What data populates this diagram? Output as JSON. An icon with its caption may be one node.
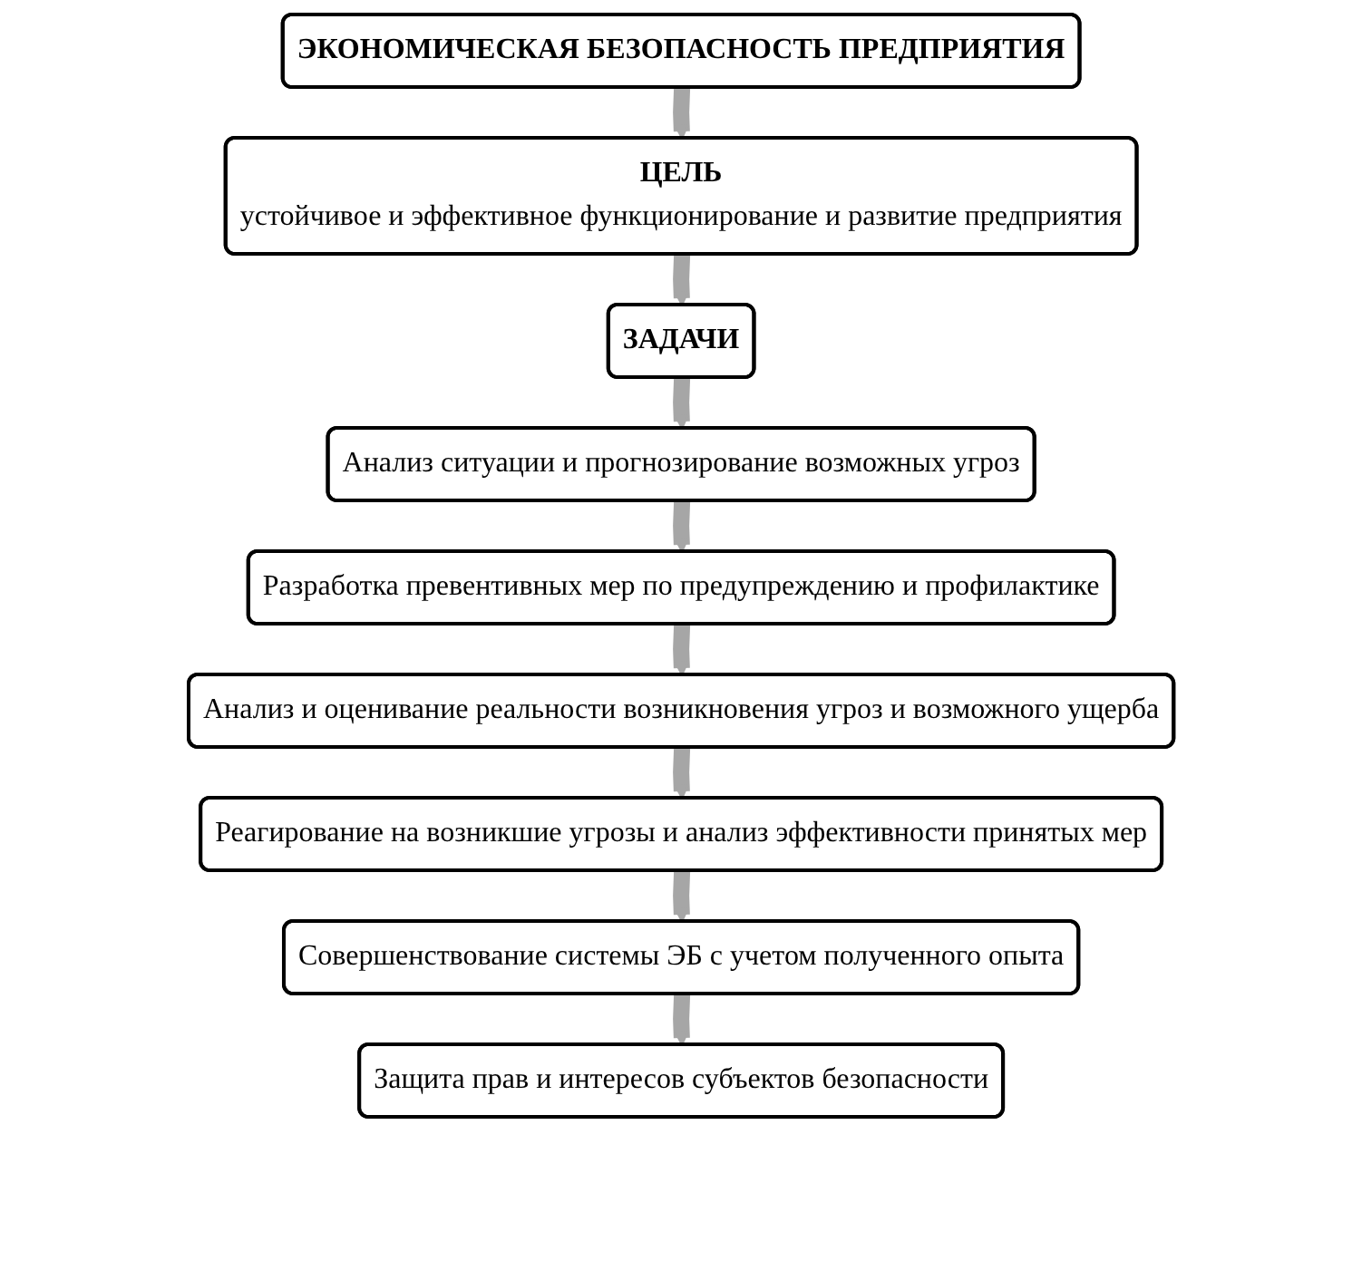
{
  "diagram": {
    "nodes": [
      {
        "text": [
          "ЭКОНОМИЧЕСКАЯ БЕЗОПАСНОСТЬ ПРЕДПРИЯТИЯ"
        ]
      },
      {
        "text": [
          "ЦЕЛЬ",
          "устойчивое и эффективное функционирование и развитие предприятия"
        ]
      },
      {
        "text": [
          "ЗАДАЧИ"
        ]
      },
      {
        "text": [
          "Анализ ситуации и прогнозирование возможных угроз"
        ]
      },
      {
        "text": [
          "Разработка превентивных мер по предупреждению и профилактике"
        ]
      },
      {
        "text": [
          "Анализ и оценивание реальности возникновения угроз и возможного ущерба"
        ]
      },
      {
        "text": [
          "Реагирование на возникшие угрозы и анализ эффективности принятых мер"
        ]
      },
      {
        "text": [
          "Совершенствование системы ЭБ с учетом полученного опыта"
        ]
      },
      {
        "text": [
          "Защита прав и интересов субъектов безопасности"
        ]
      }
    ],
    "edges": [
      {
        "from": 0,
        "to": 1,
        "arrow": "to"
      },
      {
        "from": 1,
        "to": 2,
        "arrow": "to"
      },
      {
        "from": 2,
        "to": 3,
        "arrow": "to"
      },
      {
        "from": 3,
        "to": 4,
        "arrow": "to"
      },
      {
        "from": 4,
        "to": 5,
        "arrow": "to"
      },
      {
        "from": 5,
        "to": 6,
        "arrow": "to"
      },
      {
        "from": 6,
        "to": 7,
        "arrow": "to"
      },
      {
        "from": 7,
        "to": 8,
        "arrow": "to"
      }
    ]
  }
}
